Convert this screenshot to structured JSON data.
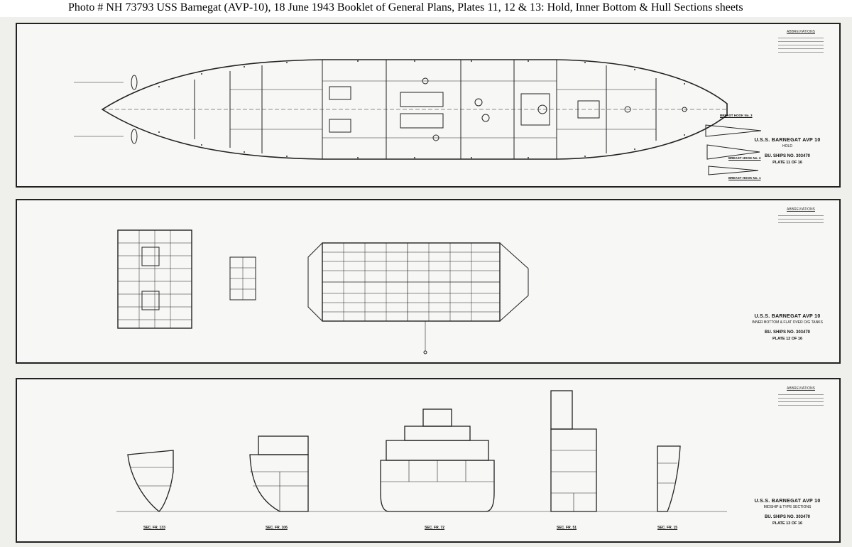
{
  "caption": "Photo #  NH 73793   USS Barnegat (AVP-10), 18 June 1943 Booklet of General Plans, Plates 11, 12 & 13:  Hold, Inner Bottom & Hull Sections sheets",
  "plates": [
    {
      "ship": "U.S.S. BARNEGAT AVP 10",
      "subtitle": "HOLD",
      "bu_ships": "BU. SHIPS NO. 303470",
      "plate": "PLATE 11 OF 16",
      "abbreviations_heading": "ABBREVIATIONS",
      "breast_hooks": [
        "BREAST HOOK No. 3",
        "BREAST HOOK No. 2",
        "BREAST HOOK No. 1"
      ]
    },
    {
      "ship": "U.S.S. BARNEGAT AVP 10",
      "subtitle": "INNER BOTTOM & FLAT OVER O/G TANKS",
      "bu_ships": "BU. SHIPS NO. 303470",
      "plate": "PLATE 12 OF 16",
      "abbreviations_heading": "ABBREVIATIONS"
    },
    {
      "ship": "U.S.S. BARNEGAT AVP 10",
      "subtitle": "MIDSHIP & TYPE SECTIONS",
      "bu_ships": "BU. SHIPS NO. 303470",
      "plate": "PLATE 13 OF 16",
      "abbreviations_heading": "ABBREVIATIONS",
      "sections": [
        "SEC. FR. 133",
        "SEC. FR. 106",
        "SEC. FR. 72",
        "SEC. FR. 51",
        "SEC. FR. 15"
      ]
    }
  ]
}
